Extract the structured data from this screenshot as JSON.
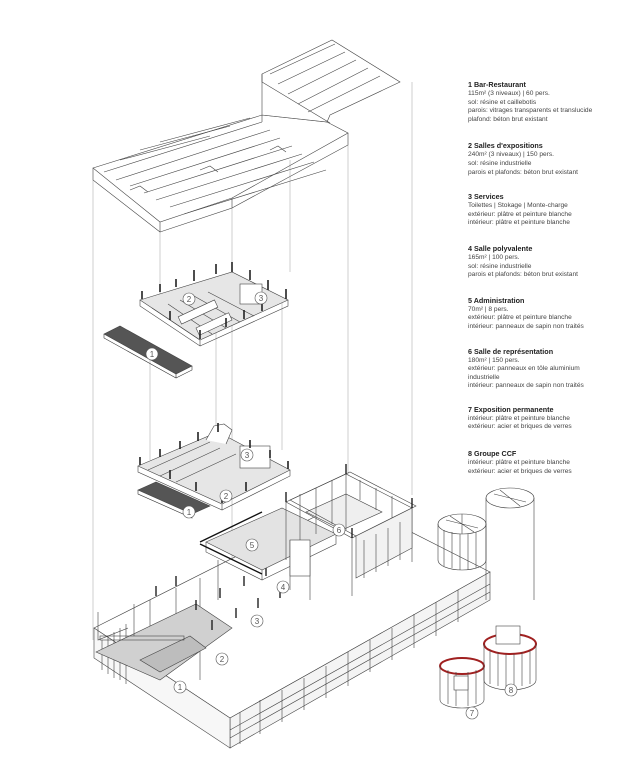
{
  "legend": [
    {
      "title": "1 Bar-Restaurant",
      "lines": [
        "115m² (3 niveaux) | 60 pers.",
        "sol: résine et caillebotis",
        "parois: vitrages transparents et translucide",
        "plafond: béton brut existant"
      ]
    },
    {
      "title": "2 Salles d'expositions",
      "lines": [
        "240m² (3 niveaux) | 150 pers.",
        "sol: résine industrielle",
        "parois et plafonds: béton brut existant"
      ]
    },
    {
      "title": "3 Services",
      "lines": [
        "Toilettes | Stokage | Monte-charge",
        "extérieur: plâtre et peinture blanche",
        "intérieur: plâtre et peinture blanche"
      ]
    },
    {
      "title": "4 Salle polyvalente",
      "lines": [
        "165m² | 100 pers.",
        "sol: résine industrielle",
        "parois et plafonds: béton brut existant"
      ]
    },
    {
      "title": "5 Administration",
      "lines": [
        "70m² | 8 pers.",
        "extérieur: plâtre et peinture blanche",
        "intérieur: panneaux de sapin non traités"
      ]
    },
    {
      "title": "6 Salle de représentation",
      "lines": [
        "180m² | 150 pers.",
        "extérieur: panneaux en tôle aluminium",
        "industrielle",
        "intérieur: panneaux de sapin non traités"
      ]
    },
    {
      "title": "7 Exposition permanente",
      "lines": [
        "intérieur: plâtre et peinture blanche",
        "extérieur: acier et briques de verres"
      ]
    },
    {
      "title": "8 Groupe CCF",
      "lines": [
        "intérieur: plâtre et peinture blanche",
        "extérieur: acier et briques de verres"
      ]
    }
  ],
  "markers": {
    "m1": "1",
    "m2": "2",
    "m3": "3",
    "m4": "4",
    "m5": "5",
    "m6": "6",
    "m7": "7",
    "m8": "8"
  }
}
